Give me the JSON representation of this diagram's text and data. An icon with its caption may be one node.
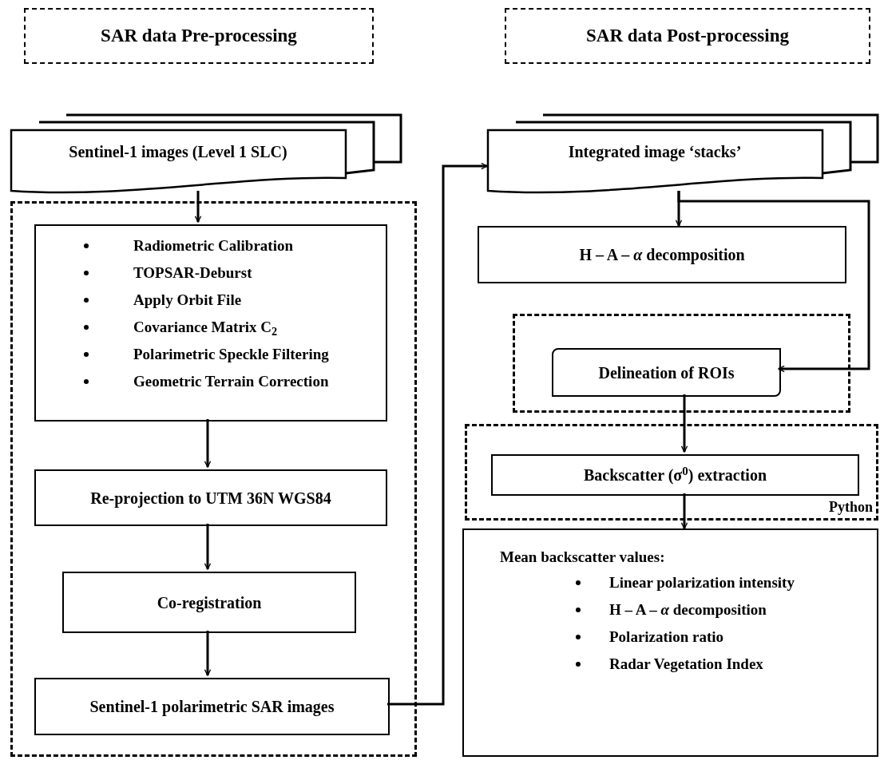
{
  "diagram": {
    "nodes": [
      {
        "text": [
          "SAR data Pre-processing"
        ]
      },
      {
        "text": [
          "SAR data Post-processing"
        ]
      },
      {
        "text": [
          "Sentinel-1 images (Level 1  SLC)"
        ]
      },
      {
        "text": [],
        "shape": "box"
      },
      {
        "text": [
          "Radiometric Calibration",
          "TOPSAR-Deburst",
          "Apply Orbit File",
          "Covariance Matrix C$_{2}$",
          "Polarimetric Speckle Filtering",
          "Geometric Terrain Correction"
        ],
        "in": 3
      },
      {
        "text": [
          "Re-projection to UTM 36N WGS84"
        ],
        "in": 3
      },
      {
        "text": [
          "Co-registration"
        ],
        "in": 3
      },
      {
        "text": [
          "Sentinel-1 polarimetric SAR images"
        ],
        "in": 3
      },
      {
        "text": [
          "Integrated image ‘stacks’"
        ]
      },
      {
        "text": [
          "H – A – *α* decomposition"
        ]
      },
      {
        "text": [],
        "shape": "box"
      },
      {
        "text": [
          "Delineation of ROIs"
        ],
        "in": 10
      },
      {
        "text": [
          "Python"
        ]
      },
      {
        "text": [
          "Backscatter (σ$^{0}$) extraction"
        ],
        "in": 12
      },
      {
        "text": [
          "Mean backscatter values:",
          "Linear polarization intensity",
          "H – A – *α* decomposition",
          "Polarization ratio",
          "Radar Vegetation Index"
        ]
      }
    ],
    "edges": [
      {
        "from": 2,
        "to": 4,
        "arrow": "to"
      },
      {
        "from": 4,
        "to": 5,
        "arrow": "to"
      },
      {
        "from": 5,
        "to": 6,
        "arrow": "to"
      },
      {
        "from": 6,
        "to": 7,
        "arrow": "to"
      },
      {
        "from": 7,
        "to": 8,
        "arrow": "to"
      },
      {
        "from": 8,
        "to": 9,
        "arrow": "to"
      },
      {
        "from": 8,
        "to": 11,
        "arrow": "to"
      },
      {
        "from": 11,
        "to": 13,
        "arrow": "to"
      },
      {
        "from": 13,
        "to": 14,
        "arrow": "to"
      }
    ]
  }
}
